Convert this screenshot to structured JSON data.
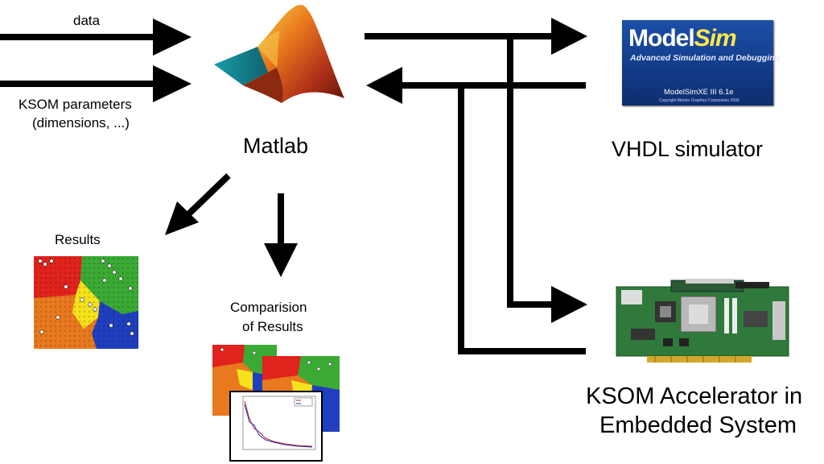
{
  "inputs": {
    "data_label": "data",
    "params_label_line1": "KSOM parameters",
    "params_label_line2": "(dimensions, ...)"
  },
  "matlab": {
    "label": "Matlab",
    "logo_icon": "matlab-membrane-logo-icon"
  },
  "simulator": {
    "label": "VHDL simulator",
    "splash": {
      "logo_part1": "Model",
      "logo_part2": "Sim",
      "tagline": "Advanced Simulation and Debugging",
      "version": "ModelSimXE III 6.1e",
      "copyright": "Copyright Mentor Graphics Corporation 2006"
    }
  },
  "accelerator": {
    "label_line1": "KSOM Accelerator in",
    "label_line2": "Embedded System",
    "board_icon": "fpga-board-icon"
  },
  "results": {
    "label": "Results",
    "map_icon": "hexagonal-som-map-icon"
  },
  "comparison": {
    "label_line1": "Comparision",
    "label_line2": "of Results",
    "plot_icon": "error-curve-plot-icon"
  },
  "colors": {
    "arrow": "#000000",
    "som_red": "#e0231c",
    "som_green": "#3aaa35",
    "som_orange": "#e8791e",
    "som_yellow": "#f5e21c",
    "som_blue": "#1f3fbf",
    "modelsim_blue": "#1a4a9e",
    "modelsim_accent": "#ffe84a",
    "pcb_green": "#2f7a3a"
  }
}
